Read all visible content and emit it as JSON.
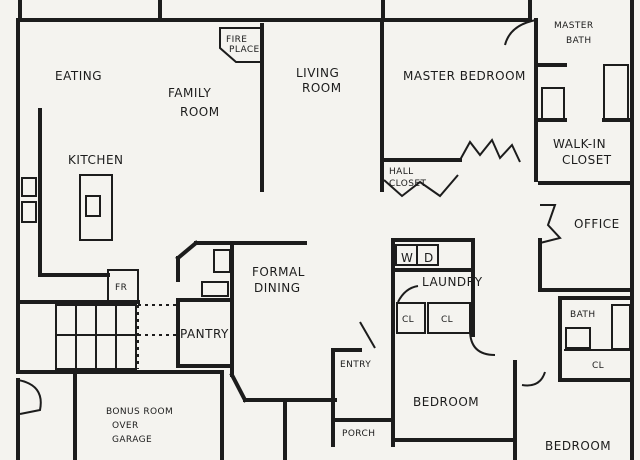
{
  "rooms": {
    "eating": "EATING",
    "family_1": "FAMILY",
    "family_2": "ROOM",
    "fireplace_1": "FIRE",
    "fireplace_2": "PLACE",
    "living_1": "LIVING",
    "living_2": "ROOM",
    "master_bedroom": "MASTER BEDROOM",
    "master_bath_1": "MASTER",
    "master_bath_2": "BATH",
    "walkin_1": "WALK-IN",
    "walkin_2": "CLOSET",
    "hall_closet_1": "HALL",
    "hall_closet_2": "CLOSET",
    "kitchen": "KITCHEN",
    "fr": "FR",
    "formal_dining_1": "FORMAL",
    "formal_dining_2": "DINING",
    "pantry": "PANTRY",
    "office": "OFFICE",
    "w": "W",
    "d": "D",
    "laundry": "LAUNDRY",
    "cl_laundry_1": "CL",
    "cl_laundry_2": "CL",
    "bath": "BATH",
    "cl_bath": "CL",
    "entry": "ENTRY",
    "bedroom_middle": "BEDROOM",
    "bonus_1": "BONUS ROOM",
    "bonus_2": "OVER",
    "bonus_3": "GARAGE",
    "porch": "PORCH",
    "bedroom_right": "BEDROOM"
  }
}
